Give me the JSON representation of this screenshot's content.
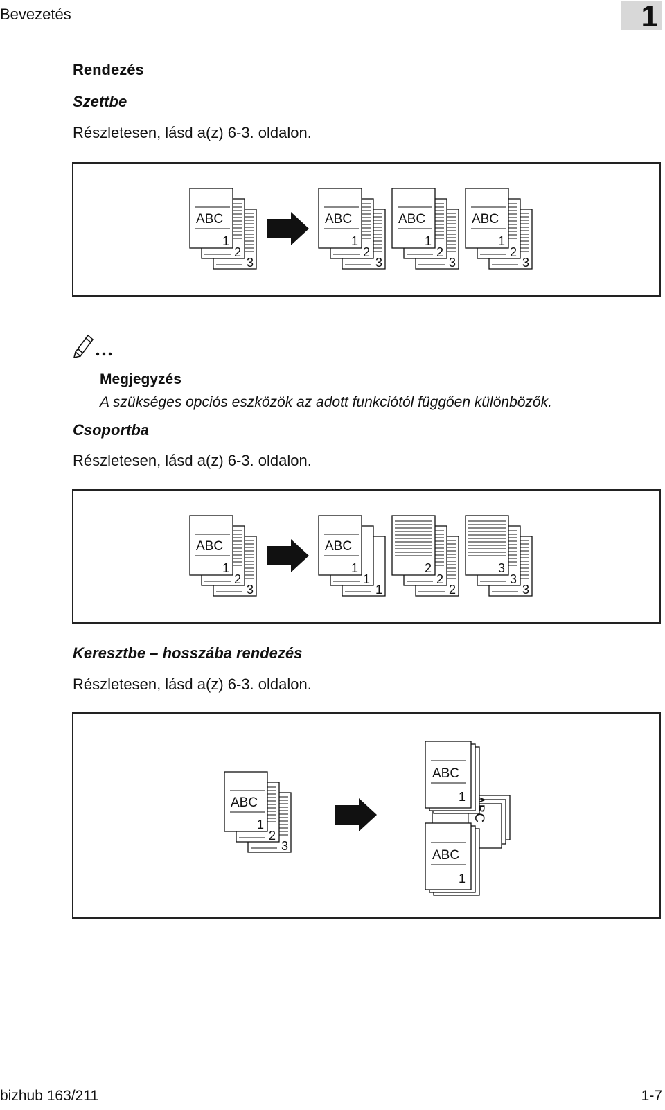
{
  "header": {
    "section_title": "Bevezetés",
    "chapter_number": "1"
  },
  "section": {
    "heading": "Rendezés"
  },
  "sort_set": {
    "title": "Szettbe",
    "reference": "Részletesen, lásd a(z) 6-3. oldalon."
  },
  "note": {
    "icon": "pencil-note-icon",
    "heading": "Megjegyzés",
    "text": "A szükséges opciós eszközök az adott funkciótól függően különbözők."
  },
  "sort_group": {
    "title": "Csoportba",
    "reference": "Részletesen, lásd a(z) 6-3. oldalon."
  },
  "crisscross": {
    "title": "Keresztbe – hosszába rendezés",
    "reference": "Részletesen, lásd a(z) 6-3. oldalon."
  },
  "figure_labels": {
    "doc_text": "ABC",
    "page_numbers": [
      "1",
      "2",
      "3"
    ]
  },
  "footer": {
    "model": "bizhub 163/211",
    "page": "1-7"
  }
}
